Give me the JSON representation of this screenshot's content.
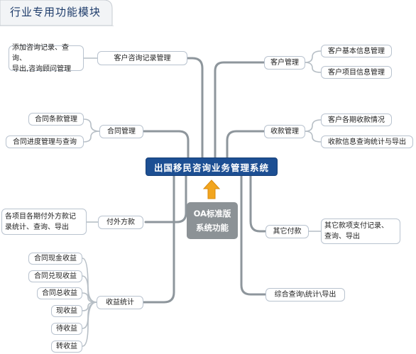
{
  "header": {
    "title": "行业专用功能模块"
  },
  "center": {
    "title": "出国移民咨询业务管理系统"
  },
  "oa": {
    "line1": "OA标准版",
    "line2": "系统功能"
  },
  "left": {
    "consult": {
      "label": "客户咨询记录管理",
      "child_line1": "添加咨询记录、查询、",
      "child_line2": "导出,咨询顾问管理"
    },
    "contract": {
      "label": "合同管理",
      "children": [
        "合同条款管理",
        "合同进度管理与查询"
      ]
    },
    "payout": {
      "label": "付外方款",
      "child_line1": "各项目各期付外方款记",
      "child_line2": "录统计、查询、导出"
    },
    "income": {
      "label": "收益统计",
      "children": [
        "合同现金收益",
        "合同兑现收益",
        "合同总收益",
        "现收益",
        "待收益",
        "转收益"
      ]
    }
  },
  "right": {
    "customer": {
      "label": "客户管理",
      "children": [
        "客户基本信息管理",
        "客户项目信息管理"
      ]
    },
    "collect": {
      "label": "收款管理",
      "children": [
        "客户各期收款情况",
        "收款信息查询统计与导出"
      ]
    },
    "other": {
      "label": "其它付款",
      "child_line1": "其它款项支付记录、",
      "child_line2": "查询、导出"
    },
    "query": {
      "label": "综合查询\\统计\\导出"
    }
  },
  "colors": {
    "center_fill": "#1d4f93",
    "line_gray": "#8e969c",
    "line_light": "#b6bec5",
    "arrow_orange": "#f2a51e",
    "oa_fill": "#8c9296"
  }
}
